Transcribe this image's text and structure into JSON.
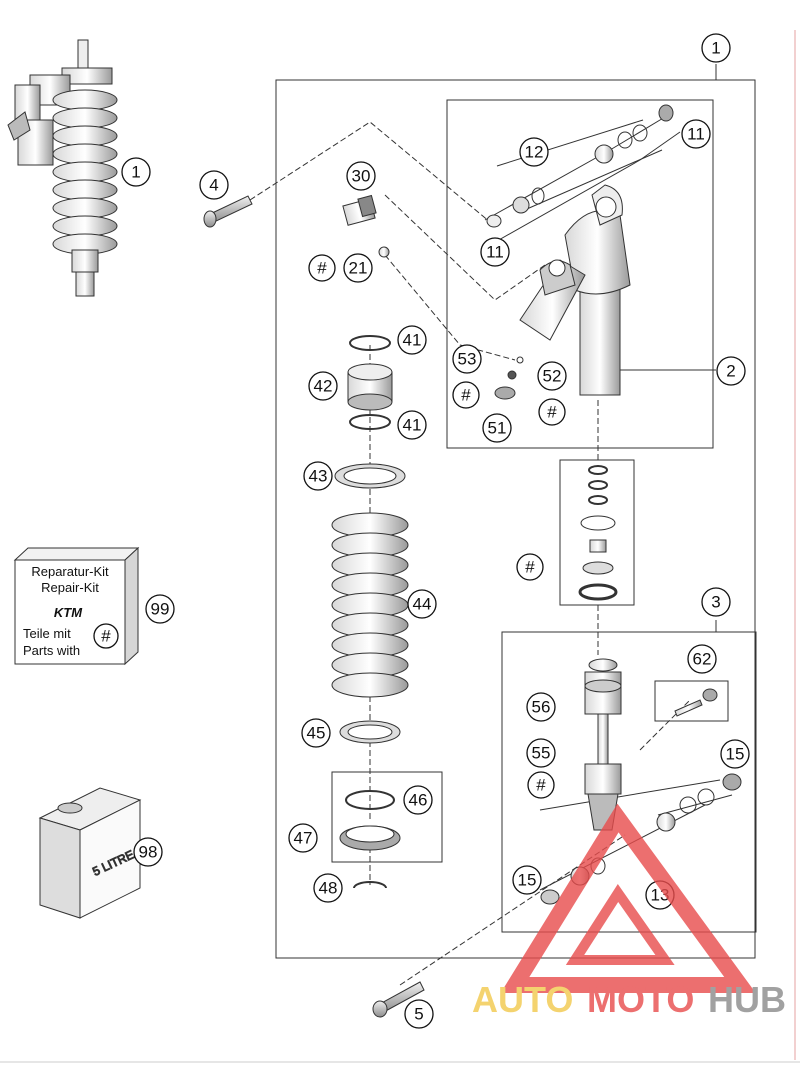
{
  "callouts": {
    "c1_top": "1",
    "c1_left": "1",
    "c2": "2",
    "c3": "3",
    "c4": "4",
    "c5": "5",
    "c11_top": "11",
    "c11_mid": "11",
    "c12": "12",
    "c13": "13",
    "c15_right": "15",
    "c15_left": "15",
    "c21": "21",
    "c30": "30",
    "c41_top": "41",
    "c41_bot": "41",
    "c42": "42",
    "c43": "43",
    "c44": "44",
    "c45": "45",
    "c46": "46",
    "c47": "47",
    "c48": "48",
    "c51": "51",
    "c52": "52",
    "c53": "53",
    "c55": "55",
    "c56": "56",
    "c62": "62",
    "c98": "98",
    "c99": "99",
    "hash": "#"
  },
  "repair_kit": {
    "line1": "Reparatur-Kit",
    "line2": "Repair-Kit",
    "logo": "KTM",
    "line3": "Teile mit",
    "line4": "Parts with"
  },
  "oil_can": {
    "label": "5 LITRE"
  },
  "watermark": {
    "part1": "AUTO",
    "part2": "MOTO",
    "part3": "HUB",
    "color_yellow": "#f2c94c",
    "color_red": "#e84c4c",
    "color_gray": "#8a8a8a"
  }
}
